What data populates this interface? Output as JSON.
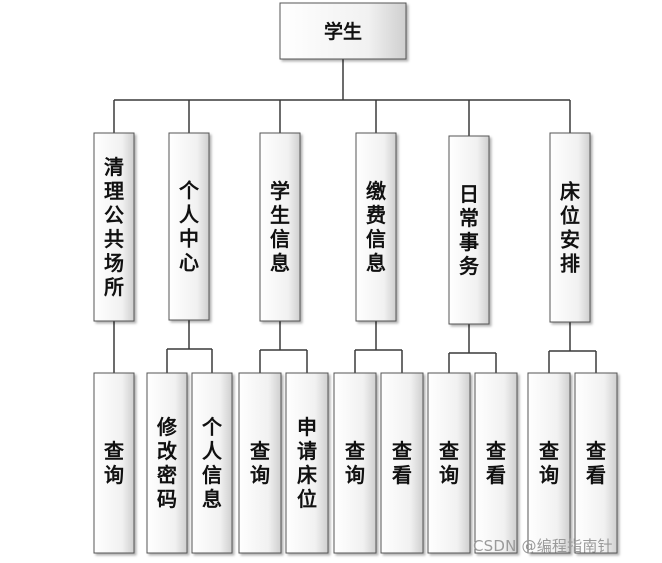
{
  "root": {
    "label": "学生"
  },
  "modules": [
    {
      "label": "清理公共场所",
      "children": [
        "查询"
      ]
    },
    {
      "label": "个人中心",
      "children": [
        "修改密码",
        "个人信息"
      ]
    },
    {
      "label": "学生信息",
      "children": [
        "查询",
        "申请床位"
      ]
    },
    {
      "label": "缴费信息",
      "children": [
        "查询",
        "查看"
      ]
    },
    {
      "label": "日常事务",
      "children": [
        "查询",
        "查看"
      ]
    },
    {
      "label": "床位安排",
      "children": [
        "查询",
        "查看"
      ]
    }
  ],
  "watermark": "CSDN @编程指南针"
}
